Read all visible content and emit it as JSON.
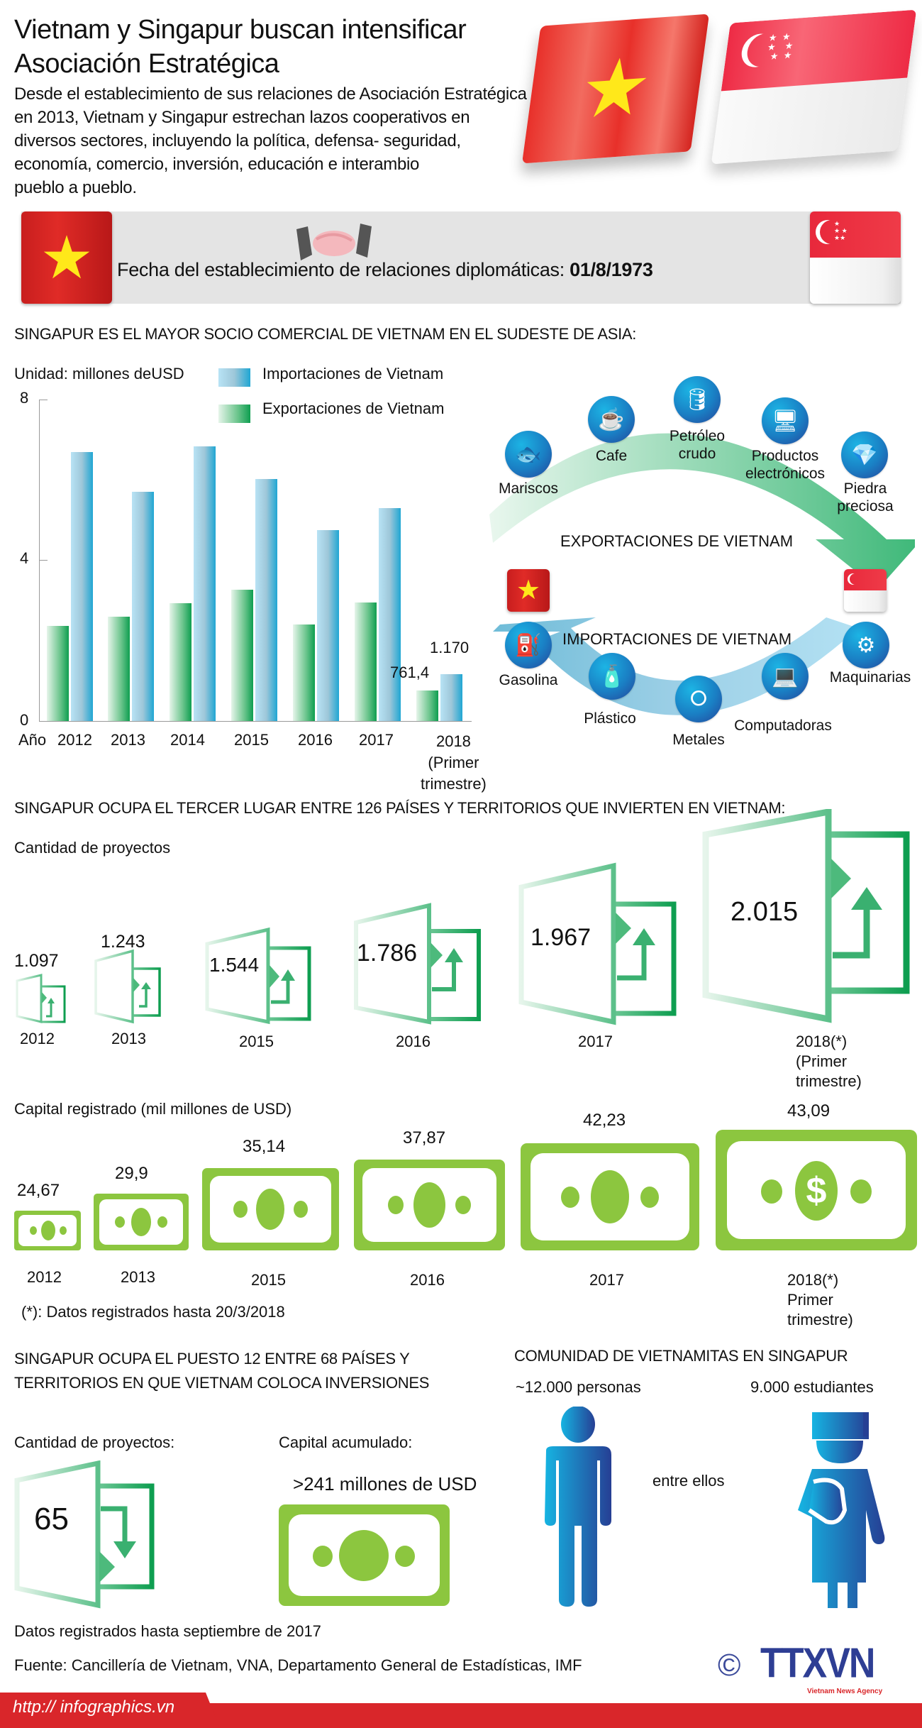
{
  "header": {
    "title_line1": "Vietnam y Singapur buscan intensificar",
    "title_line2": "Asociación Estratégica",
    "intro_lines": [
      "Desde el establecimiento de sus relaciones de Asociación Estratégica",
      "en 2013, Vietnam y Singapur estrechan lazos cooperativos en",
      "diversos sectores,  incluyendo la política, defensa- seguridad,",
      "economía, comercio, inversión, educación e interambio",
      "pueblo a pueblo."
    ]
  },
  "banner": {
    "text": "Fecha del establecimiento de relaciones diplomáticas: ",
    "date": "01/8/1973",
    "icon": "handshake-icon"
  },
  "trade": {
    "heading": "SINGAPUR ES EL MAYOR SOCIO COMERCIAL DE VIETNAM EN EL SUDESTE DE ASIA:",
    "unit": "Unidad: millones deUSD",
    "legend_imports": "Importaciones de Vietnam",
    "legend_exports": "Exportaciones de Vietnam",
    "x_prefix": "Año",
    "label_2018_exp": "761,4",
    "label_2018_imp": "1.170",
    "year_2018_sub1": "(Primer",
    "year_2018_sub2": "trimestre)",
    "colors": {
      "imports": "#1fa6d3",
      "exports": "#0e9e50"
    }
  },
  "chart_data": {
    "type": "bar",
    "title": "SINGAPUR ES EL MAYOR SOCIO COMERCIAL DE VIETNAM EN EL SUDESTE DE ASIA",
    "xlabel": "Año",
    "ylabel": "Unidad: millones deUSD",
    "categories": [
      "2012",
      "2013",
      "2014",
      "2015",
      "2016",
      "2017",
      "2018 (Primer trimestre)"
    ],
    "series": [
      {
        "name": "Exportaciones de Vietnam",
        "values": [
          2.37,
          2.6,
          2.94,
          3.26,
          2.41,
          2.96,
          0.7614
        ]
      },
      {
        "name": "Importaciones de Vietnam",
        "values": [
          6.7,
          5.7,
          6.83,
          6.03,
          4.76,
          5.3,
          1.17
        ]
      }
    ],
    "yticks": [
      "0",
      "4",
      "8"
    ],
    "ylim": [
      0,
      8
    ],
    "annotations": [
      "761,4",
      "1.170"
    ],
    "legend_position": "top",
    "grid": false
  },
  "cycle": {
    "exports_title": "EXPORTACIONES DE VIETNAM",
    "imports_title": "IMPORTACIONES DE VIETNAM",
    "exports": [
      {
        "label": "Mariscos",
        "icon": "fish-icon"
      },
      {
        "label": "Cafe",
        "icon": "coffee-bean-icon"
      },
      {
        "label": "Petróleo\ncrudo",
        "icon": "oil-barrel-icon"
      },
      {
        "label": "Productos\nelectrónicos",
        "icon": "electronics-icon"
      },
      {
        "label": "Piedra\npreciosa",
        "icon": "diamond-icon"
      }
    ],
    "imports": [
      {
        "label": "Gasolina",
        "icon": "fuel-pump-icon"
      },
      {
        "label": "Plástico",
        "icon": "bottle-icon"
      },
      {
        "label": "Metales",
        "icon": "metal-ring-icon"
      },
      {
        "label": "Computadoras",
        "icon": "computer-icon"
      },
      {
        "label": "Maquinarias",
        "icon": "machine-icon"
      }
    ]
  },
  "investment": {
    "heading": "SINGAPUR OCUPA EL TERCER LUGAR ENTRE 126 PAÍSES Y TERRITORIOS QUE INVIERTEN EN VIETNAM:",
    "projects_title": "Cantidad de proyectos",
    "projects": [
      {
        "year": "2012",
        "value": "1.097"
      },
      {
        "year": "2013",
        "value": "1.243"
      },
      {
        "year": "2015",
        "value": "1.544"
      },
      {
        "year": "2016",
        "value": "1.786"
      },
      {
        "year": "2017",
        "value": "1.967"
      },
      {
        "year": "2018(*)",
        "value": "2.015",
        "sub1": "(Primer",
        "sub2": "trimestre)"
      }
    ],
    "capital_title": "Capital registrado (mil millones de USD)",
    "capital": [
      {
        "year": "2012",
        "value": "24,67"
      },
      {
        "year": "2013",
        "value": "29,9"
      },
      {
        "year": "2015",
        "value": "35,14"
      },
      {
        "year": "2016",
        "value": "37,87"
      },
      {
        "year": "2017",
        "value": "42,23"
      },
      {
        "year": "2018(*)",
        "value": "43,09",
        "sub1": "Primer",
        "sub2": "trimestre)"
      }
    ],
    "footnote": "(*): Datos registrados hasta 20/3/2018",
    "colors": {
      "project_green": "#0e9e50",
      "bill_green": "#8cc63f"
    }
  },
  "outbound": {
    "heading_line1": "SINGAPUR OCUPA EL PUESTO 12 ENTRE 68 PAÍSES Y",
    "heading_line2": "TERRITORIOS EN QUE VIETNAM COLOCA INVERSIONES",
    "projects_label": "Cantidad de proyectos:",
    "projects_value": "65",
    "capital_label": "Capital acumulado:",
    "capital_value": ">241 millones de USD"
  },
  "community": {
    "heading": "COMUNIDAD DE VIETNAMITAS EN SINGAPUR",
    "people": "~12.000 personas",
    "students": "9.000 estudiantes",
    "connector": "entre ellos"
  },
  "footer": {
    "data_note": "Datos registrados hasta septiembre de 2017",
    "source": "Fuente: Cancillería de Vietnam, VNA, Departamento General de Estadísticas, IMF",
    "copyright": "©",
    "logo": "TTXVN",
    "logo_sub": "Vietnam News Agency",
    "url": "http:// infographics.vn",
    "accent": "#d9262a"
  }
}
